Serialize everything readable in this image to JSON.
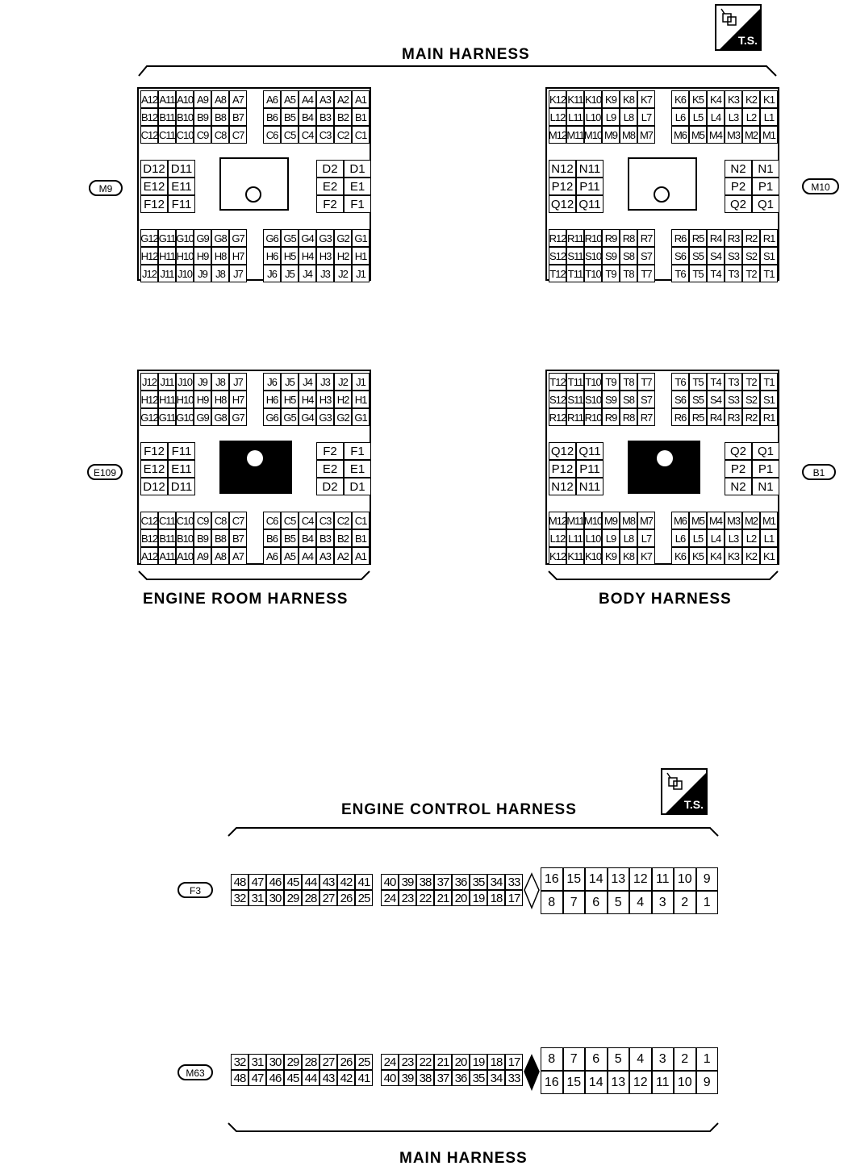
{
  "titles": {
    "main_top": "MAIN HARNESS",
    "engine_room": "ENGINE ROOM HARNESS",
    "body": "BODY HARNESS",
    "engine_control": "ENGINE CONTROL HARNESS",
    "main_bottom": "MAIN HARNESS"
  },
  "ts_badge": "T.S.",
  "connector_ids": {
    "m9": "M9",
    "m10": "M10",
    "e109": "E109",
    "b1": "B1",
    "f3": "F3",
    "m63": "M63"
  },
  "m9_pins": [
    [
      "A12",
      "A11",
      "A10",
      "A9",
      "A8",
      "A7",
      "",
      "A6",
      "A5",
      "A4",
      "A3",
      "A2",
      "A1"
    ],
    [
      "B12",
      "B11",
      "B10",
      "B9",
      "B8",
      "B7",
      "",
      "B6",
      "B5",
      "B4",
      "B3",
      "B2",
      "B1"
    ],
    [
      "C12",
      "C11",
      "C10",
      "C9",
      "C8",
      "C7",
      "",
      "C6",
      "C5",
      "C4",
      "C3",
      "C2",
      "C1"
    ],
    [
      "D12",
      "D11",
      "",
      "D2",
      "D1"
    ],
    [
      "E12",
      "E11",
      "",
      "E2",
      "E1"
    ],
    [
      "F12",
      "F11",
      "",
      "F2",
      "F1"
    ],
    [
      "G12",
      "G11",
      "G10",
      "G9",
      "G8",
      "G7",
      "",
      "G6",
      "G5",
      "G4",
      "G3",
      "G2",
      "G1"
    ],
    [
      "H12",
      "H11",
      "H10",
      "H9",
      "H8",
      "H7",
      "",
      "H6",
      "H5",
      "H4",
      "H3",
      "H2",
      "H1"
    ],
    [
      "J12",
      "J11",
      "J10",
      "J9",
      "J8",
      "J7",
      "",
      "J6",
      "J5",
      "J4",
      "J3",
      "J2",
      "J1"
    ]
  ],
  "m10_pins": [
    [
      "K12",
      "K11",
      "K10",
      "K9",
      "K8",
      "K7",
      "",
      "K6",
      "K5",
      "K4",
      "K3",
      "K2",
      "K1"
    ],
    [
      "L12",
      "L11",
      "L10",
      "L9",
      "L8",
      "L7",
      "",
      "L6",
      "L5",
      "L4",
      "L3",
      "L2",
      "L1"
    ],
    [
      "M12",
      "M11",
      "M10",
      "M9",
      "M8",
      "M7",
      "",
      "M6",
      "M5",
      "M4",
      "M3",
      "M2",
      "M1"
    ],
    [
      "N12",
      "N11",
      "",
      "N2",
      "N1"
    ],
    [
      "P12",
      "P11",
      "",
      "P2",
      "P1"
    ],
    [
      "Q12",
      "Q11",
      "",
      "Q2",
      "Q1"
    ],
    [
      "R12",
      "R11",
      "R10",
      "R9",
      "R8",
      "R7",
      "",
      "R6",
      "R5",
      "R4",
      "R3",
      "R2",
      "R1"
    ],
    [
      "S12",
      "S11",
      "S10",
      "S9",
      "S8",
      "S7",
      "",
      "S6",
      "S5",
      "S4",
      "S3",
      "S2",
      "S1"
    ],
    [
      "T12",
      "T11",
      "T10",
      "T9",
      "T8",
      "T7",
      "",
      "T6",
      "T5",
      "T4",
      "T3",
      "T2",
      "T1"
    ]
  ],
  "e109_pins": [
    [
      "J12",
      "J11",
      "J10",
      "J9",
      "J8",
      "J7",
      "",
      "J6",
      "J5",
      "J4",
      "J3",
      "J2",
      "J1"
    ],
    [
      "H12",
      "H11",
      "H10",
      "H9",
      "H8",
      "H7",
      "",
      "H6",
      "H5",
      "H4",
      "H3",
      "H2",
      "H1"
    ],
    [
      "G12",
      "G11",
      "G10",
      "G9",
      "G8",
      "G7",
      "",
      "G6",
      "G5",
      "G4",
      "G3",
      "G2",
      "G1"
    ],
    [
      "F12",
      "F11",
      "",
      "F2",
      "F1"
    ],
    [
      "E12",
      "E11",
      "",
      "E2",
      "E1"
    ],
    [
      "D12",
      "D11",
      "",
      "D2",
      "D1"
    ],
    [
      "C12",
      "C11",
      "C10",
      "C9",
      "C8",
      "C7",
      "",
      "C6",
      "C5",
      "C4",
      "C3",
      "C2",
      "C1"
    ],
    [
      "B12",
      "B11",
      "B10",
      "B9",
      "B8",
      "B7",
      "",
      "B6",
      "B5",
      "B4",
      "B3",
      "B2",
      "B1"
    ],
    [
      "A12",
      "A11",
      "A10",
      "A9",
      "A8",
      "A7",
      "",
      "A6",
      "A5",
      "A4",
      "A3",
      "A2",
      "A1"
    ]
  ],
  "b1_pins": [
    [
      "T12",
      "T11",
      "T10",
      "T9",
      "T8",
      "T7",
      "",
      "T6",
      "T5",
      "T4",
      "T3",
      "T2",
      "T1"
    ],
    [
      "S12",
      "S11",
      "S10",
      "S9",
      "S8",
      "S7",
      "",
      "S6",
      "S5",
      "S4",
      "S3",
      "S2",
      "S1"
    ],
    [
      "R12",
      "R11",
      "R10",
      "R9",
      "R8",
      "R7",
      "",
      "R6",
      "R5",
      "R4",
      "R3",
      "R2",
      "R1"
    ],
    [
      "Q12",
      "Q11",
      "",
      "Q2",
      "Q1"
    ],
    [
      "P12",
      "P11",
      "",
      "P2",
      "P1"
    ],
    [
      "N12",
      "N11",
      "",
      "N2",
      "N1"
    ],
    [
      "M12",
      "M11",
      "M10",
      "M9",
      "M8",
      "M7",
      "",
      "M6",
      "M5",
      "M4",
      "M3",
      "M2",
      "M1"
    ],
    [
      "L12",
      "L11",
      "L10",
      "L9",
      "L8",
      "L7",
      "",
      "L6",
      "L5",
      "L4",
      "L3",
      "L2",
      "L1"
    ],
    [
      "K12",
      "K11",
      "K10",
      "K9",
      "K8",
      "K7",
      "",
      "K6",
      "K5",
      "K4",
      "K3",
      "K2",
      "K1"
    ]
  ],
  "f3_pins": {
    "left_top": [
      "48",
      "47",
      "46",
      "45",
      "44",
      "43",
      "42",
      "41",
      "",
      "40",
      "39",
      "38",
      "37",
      "36",
      "35",
      "34",
      "33"
    ],
    "left_bottom": [
      "32",
      "31",
      "30",
      "29",
      "28",
      "27",
      "26",
      "25",
      "",
      "24",
      "23",
      "22",
      "21",
      "20",
      "19",
      "18",
      "17"
    ],
    "right_top": [
      "16",
      "15",
      "14",
      "13",
      "12",
      "11",
      "10",
      "9"
    ],
    "right_bottom": [
      "8",
      "7",
      "6",
      "5",
      "4",
      "3",
      "2",
      "1"
    ]
  },
  "m63_pins": {
    "left_top": [
      "32",
      "31",
      "30",
      "29",
      "28",
      "27",
      "26",
      "25",
      "",
      "24",
      "23",
      "22",
      "21",
      "20",
      "19",
      "18",
      "17"
    ],
    "left_bottom": [
      "48",
      "47",
      "46",
      "45",
      "44",
      "43",
      "42",
      "41",
      "",
      "40",
      "39",
      "38",
      "37",
      "36",
      "35",
      "34",
      "33"
    ],
    "right_top": [
      "8",
      "7",
      "6",
      "5",
      "4",
      "3",
      "2",
      "1"
    ],
    "right_bottom": [
      "16",
      "15",
      "14",
      "13",
      "12",
      "11",
      "10",
      "9"
    ]
  }
}
